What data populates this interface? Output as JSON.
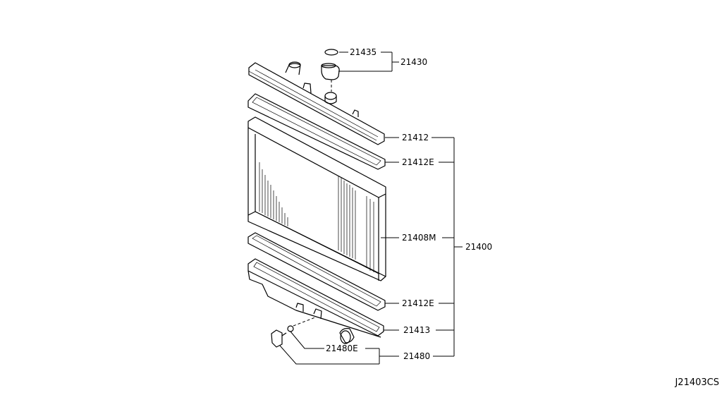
{
  "parts": {
    "p21435": "21435",
    "p21430": "21430",
    "p21412": "21412",
    "p21412E_top": "21412E",
    "p21408M": "21408M",
    "p21400": "21400",
    "p21412E_bottom": "21412E",
    "p21413": "21413",
    "p21480E": "21480E",
    "p21480": "21480"
  },
  "diagram_code": "J21403CS"
}
